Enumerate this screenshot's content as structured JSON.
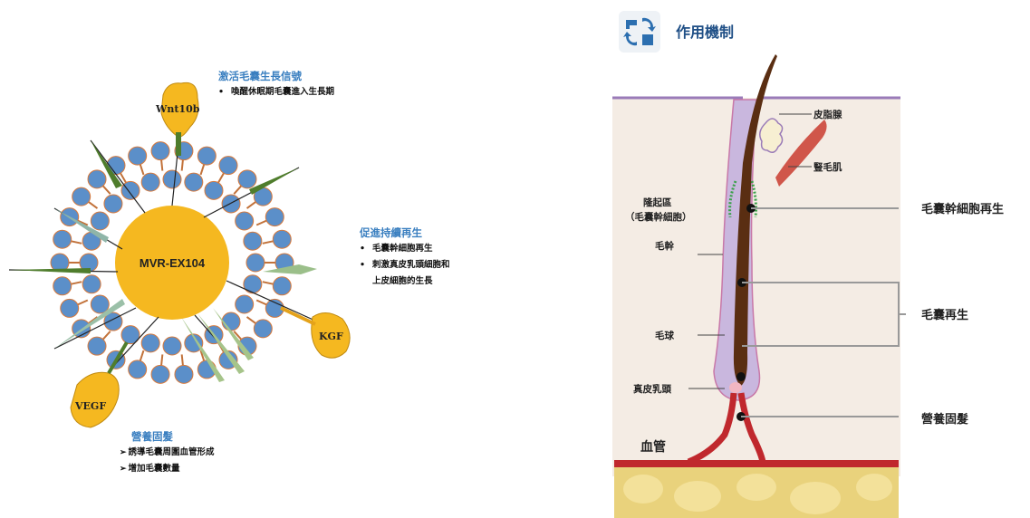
{
  "left": {
    "core_label": "MVR-EX104",
    "wnt_label": "Wnt10b",
    "kgf_label": "KGF",
    "vegf_label": "VEGF",
    "signal": {
      "heading": "激活毛囊生長信號",
      "items": [
        "喚醒休眠期毛囊進入生長期"
      ]
    },
    "regen": {
      "heading": "促進持續再生",
      "items": [
        "毛囊幹細胞再生",
        "刺激真皮乳頭細胞和",
        "上皮細胞的生長"
      ]
    },
    "nourish": {
      "heading": "營養固髮",
      "items": [
        "誘導毛囊周圍血管形成",
        "增加毛囊數量"
      ]
    }
  },
  "right": {
    "title": "作用機制",
    "sebaceous": "皮脂腺",
    "arrector": "豎毛肌",
    "bulge": "隆起區",
    "bulge_sub": "（毛囊幹細胞）",
    "shaft": "毛幹",
    "bulb": "毛球",
    "papilla": "真皮乳頭",
    "vessel": "血管",
    "callout_stem": "毛囊幹細胞再生",
    "callout_regen": "毛囊再生",
    "callout_nourish": "營養固髮"
  },
  "colors": {
    "accent_blue": "#3a7fc0",
    "core_yellow": "#f5b820",
    "membrane_blue": "#5b8fc9",
    "hair_brown": "#5a2e12",
    "blood_red": "#c0282d",
    "skin": "#f4ece4"
  }
}
